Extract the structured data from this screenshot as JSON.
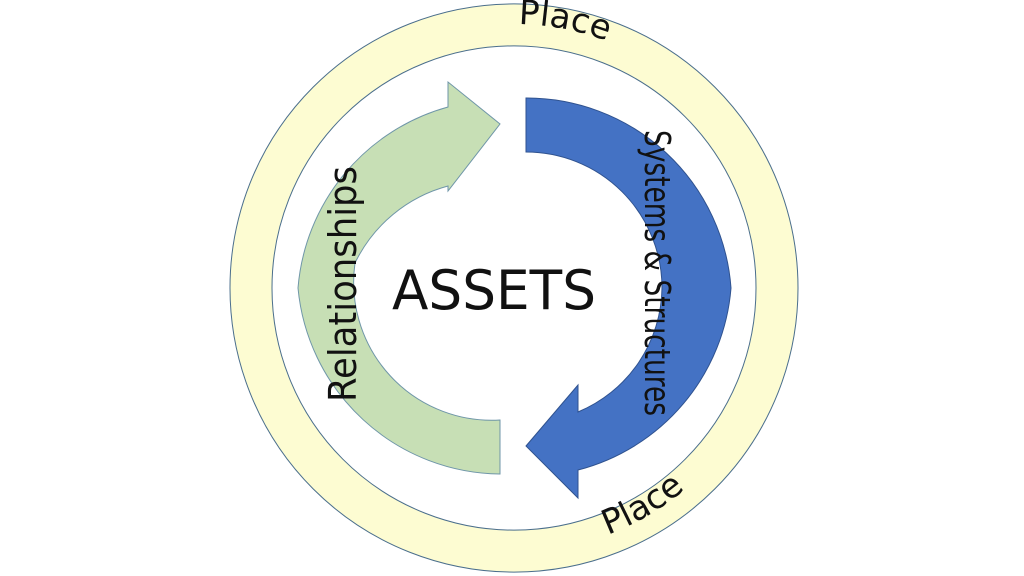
{
  "diagram": {
    "center_label": "ASSETS",
    "ring_label_top": "Place",
    "ring_label_bottom": "Place",
    "left_arrow_label": "Relationships",
    "right_arrow_label": "Systems & Structures"
  },
  "colors": {
    "ring_fill": "#fdfcd2",
    "ring_stroke": "#4a6e8c",
    "left_arrow_fill": "#c7dfb5",
    "left_arrow_stroke": "#6f96a8",
    "right_arrow_fill": "#4472c4",
    "right_arrow_stroke": "#2f528f",
    "text": "#111111"
  }
}
